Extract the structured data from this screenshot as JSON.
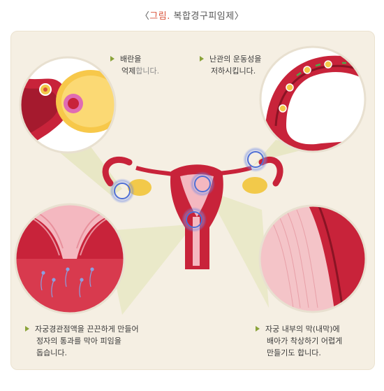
{
  "title": {
    "open": "〈",
    "accent": "그림.",
    "text": "복합경구피임제",
    "close": "〉"
  },
  "captions": {
    "ovulation": {
      "line1": "배란을",
      "line2a": "억제",
      "line2b": "합니다."
    },
    "tube": {
      "line1": "난관의 운동성을",
      "line2": "저하시킵니다."
    },
    "cervix": {
      "line1": "자궁경관점액을 끈끈하게 만들어",
      "line2": "정자의 통과를 막아 피임을",
      "line3": "돕습니다."
    },
    "endometrium": {
      "line1": "자궁 내부의 막(내막)에",
      "line2": "배아가 착상하기 어렵게",
      "line3": "만들기도 합니다."
    }
  },
  "colors": {
    "panel": "#f5efe3",
    "uterus": "#c8233a",
    "ovary": "#f2c94a",
    "target_ring": "#4f6fd6",
    "bullet": "#8aa33a"
  }
}
